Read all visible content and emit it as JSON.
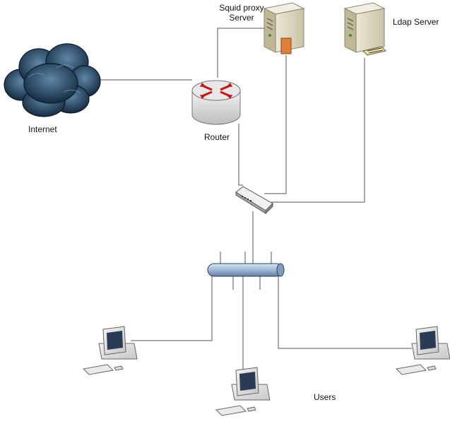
{
  "labels": {
    "internet": "Internet",
    "router": "Router",
    "squid_line1": "Squid proxy",
    "squid_line2": "Server",
    "ldap": "Ldap Server",
    "users": "Users"
  },
  "colors": {
    "cloud": "#1f3a55",
    "bus": "#9fb8d6",
    "router_arrows": "#cc1111"
  },
  "icons": [
    "cloud-icon",
    "router-icon",
    "server-icon",
    "switch-icon",
    "bus-icon",
    "computer-icon"
  ]
}
